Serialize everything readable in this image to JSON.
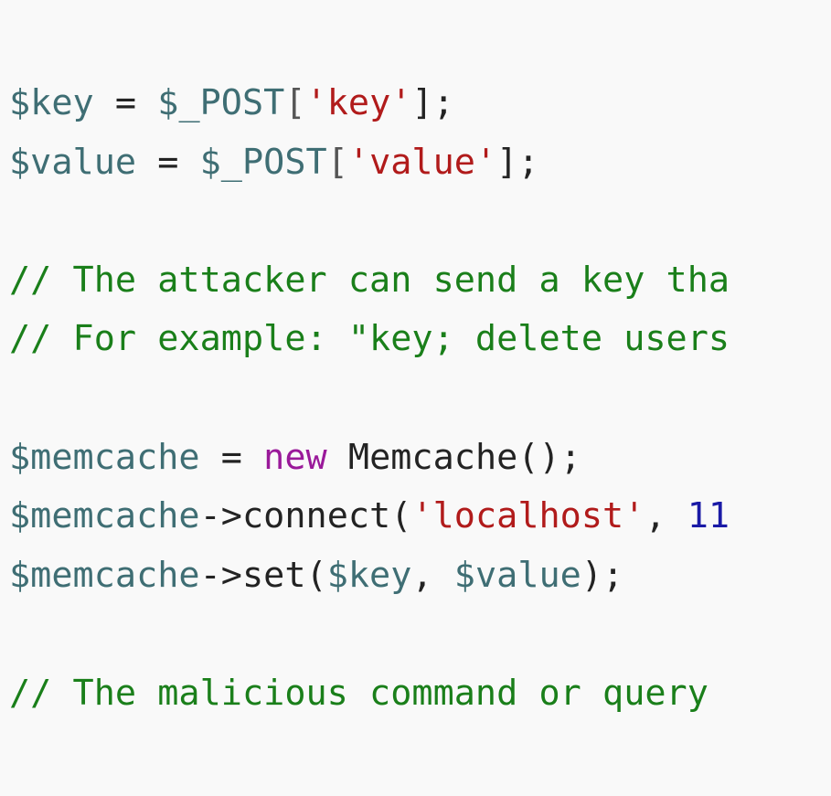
{
  "code": {
    "line1": {
      "var_key": "$key",
      "assign": " = ",
      "var_post": "$_POST",
      "open_bracket": "[",
      "str_key": "'key'",
      "close": "];"
    },
    "line2": {
      "var_value": "$value",
      "assign": " = ",
      "var_post": "$_POST",
      "open_bracket": "[",
      "str_value": "'value'",
      "close": "];"
    },
    "comment1": "// The attacker can send a key tha",
    "comment2": "// For example: \"key; delete users",
    "line5": {
      "var_memcache": "$memcache",
      "assign": " = ",
      "kw_new": "new",
      "class_call": " Memcache();"
    },
    "line6": {
      "var_memcache": "$memcache",
      "method": "->connect(",
      "str_host": "'localhost'",
      "sep": ", ",
      "num_port": "11"
    },
    "line7": {
      "var_memcache": "$memcache",
      "method": "->set(",
      "arg_key": "$key",
      "sep": ", ",
      "arg_value": "$value",
      "close": ");"
    },
    "comment3": "// The malicious command or query "
  },
  "colors": {
    "background": "#f9f9f9",
    "variable": "#3f6e74",
    "string": "#b11b1b",
    "comment": "#1a7f1a",
    "keyword": "#9a1a9a",
    "number": "#1a1aa6",
    "default": "#232323"
  }
}
